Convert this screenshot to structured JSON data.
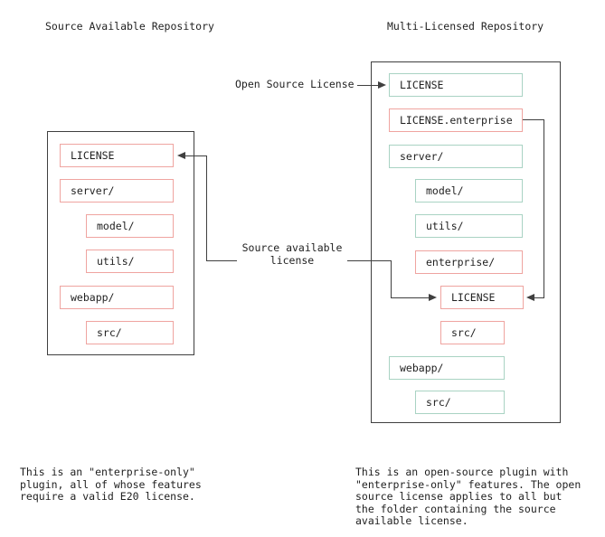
{
  "titles": {
    "left": "Source Available Repository",
    "right": "Multi-Licensed Repository"
  },
  "left_repo": {
    "items": [
      {
        "label": "LICENSE",
        "indent": 0,
        "license": "source-available"
      },
      {
        "label": "server/",
        "indent": 0,
        "license": "source-available"
      },
      {
        "label": "model/",
        "indent": 1,
        "license": "source-available"
      },
      {
        "label": "utils/",
        "indent": 1,
        "license": "source-available"
      },
      {
        "label": "webapp/",
        "indent": 0,
        "license": "source-available"
      },
      {
        "label": "src/",
        "indent": 1,
        "license": "source-available"
      }
    ]
  },
  "right_repo": {
    "items": [
      {
        "label": "LICENSE",
        "indent": 0,
        "license": "open-source"
      },
      {
        "label": "LICENSE.enterprise",
        "indent": 0,
        "license": "source-available"
      },
      {
        "label": "server/",
        "indent": 0,
        "license": "open-source"
      },
      {
        "label": "model/",
        "indent": 1,
        "license": "open-source"
      },
      {
        "label": "utils/",
        "indent": 1,
        "license": "open-source"
      },
      {
        "label": "enterprise/",
        "indent": 1,
        "license": "source-available"
      },
      {
        "label": "LICENSE",
        "indent": 2,
        "license": "source-available"
      },
      {
        "label": "src/",
        "indent": 2,
        "license": "source-available"
      },
      {
        "label": "webapp/",
        "indent": 0,
        "license": "open-source"
      },
      {
        "label": "src/",
        "indent": 1,
        "license": "open-source"
      }
    ]
  },
  "annotations": {
    "open_source_license": "Open Source License",
    "source_available_license": "Source available\nlicense"
  },
  "captions": {
    "left": "This is an \"enterprise-only\"\nplugin, all of whose features\nrequire a valid E20 license.",
    "right": "This is an open-source plugin with\n\"enterprise-only\" features. The open\nsource license applies to all but\nthe folder containing the source\navailable license."
  },
  "colors": {
    "open_source_border": "#a9d3c3",
    "source_available_border": "#efa4a0",
    "line": "#3f3f3f",
    "text": "#1f1f1f",
    "background": "#ffffff"
  }
}
